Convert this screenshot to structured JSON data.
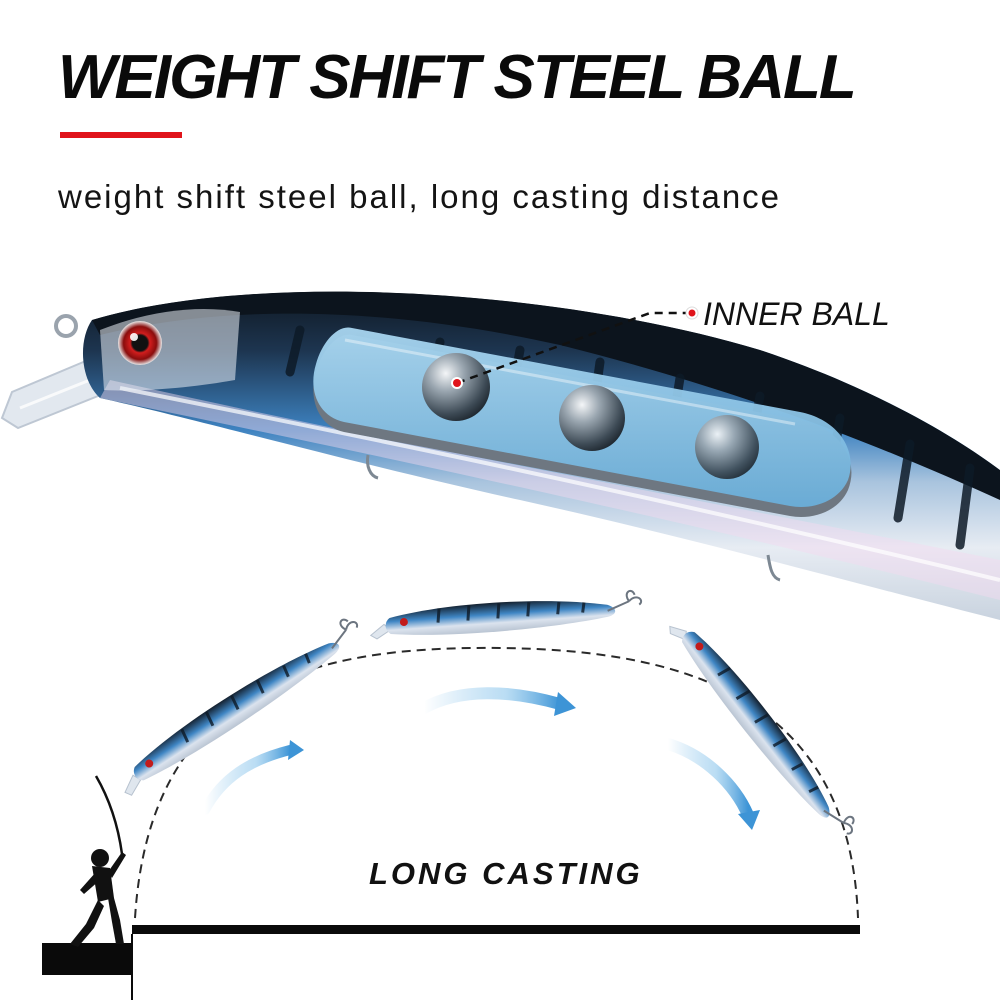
{
  "header": {
    "title": "WEIGHT SHIFT STEEL BALL",
    "subtitle": "weight shift steel ball, long casting distance",
    "accent_color": "#e0141b"
  },
  "callout": {
    "label": "INNER BALL",
    "dot_color": "#e0141b"
  },
  "casting": {
    "label": "LONG CASTING"
  },
  "colors": {
    "lure_back": "#1b2a3c",
    "lure_stripe": "#2d6da8",
    "lure_belly": "#e6ebf2",
    "chamber": "#7fbde3",
    "arrow": "#6fb6e6"
  }
}
